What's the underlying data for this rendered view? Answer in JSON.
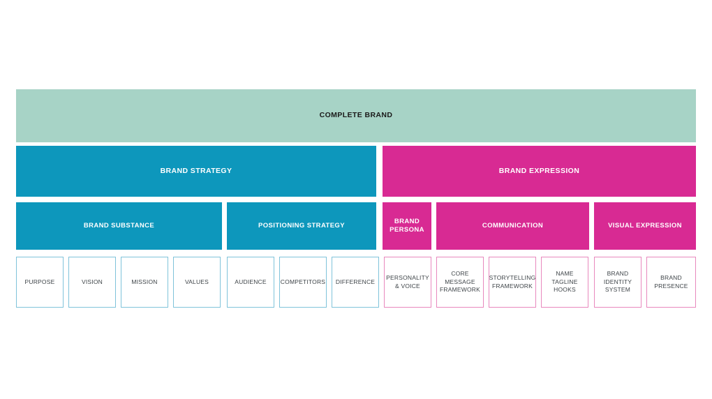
{
  "diagram": {
    "title": "Complete Brand framework pyramid",
    "colors": {
      "apex": "#a7d3c6",
      "strategy_blue": "#0d97bc",
      "expression_magenta": "#d82a93",
      "leaf_blue_border": "#7fc3da",
      "leaf_pink_border": "#e888bd",
      "apex_text": "#1a1a1a",
      "band_text": "#ffffff",
      "leaf_text": "#3e4448",
      "background": "#ffffff"
    },
    "level1": {
      "label": "COMPLETE BRAND"
    },
    "level2": [
      {
        "key": "strategy",
        "label": "BRAND STRATEGY"
      },
      {
        "key": "expression",
        "label": "BRAND EXPRESSION"
      }
    ],
    "level3": [
      {
        "key": "substance",
        "label": "BRAND SUBSTANCE"
      },
      {
        "key": "positioning",
        "label": "POSITIONING STRATEGY"
      },
      {
        "key": "persona",
        "label": "BRAND\nPERSONA"
      },
      {
        "key": "communication",
        "label": "COMMUNICATION"
      },
      {
        "key": "visual",
        "label": "VISUAL EXPRESSION"
      }
    ],
    "level4": [
      {
        "key": "purpose",
        "label": "PURPOSE",
        "branch": "blue"
      },
      {
        "key": "vision",
        "label": "VISION",
        "branch": "blue"
      },
      {
        "key": "mission",
        "label": "MISSION",
        "branch": "blue"
      },
      {
        "key": "values",
        "label": "VALUES",
        "branch": "blue"
      },
      {
        "key": "audience",
        "label": "AUDIENCE",
        "branch": "blue"
      },
      {
        "key": "competitors",
        "label": "COMPETITORS",
        "branch": "blue"
      },
      {
        "key": "difference",
        "label": "DIFFERENCE",
        "branch": "blue"
      },
      {
        "key": "personality",
        "label": "PERSONALITY\n& VOICE",
        "branch": "pink"
      },
      {
        "key": "core-message",
        "label": "CORE\nMESSAGE\nFRAMEWORK",
        "branch": "pink"
      },
      {
        "key": "storytelling",
        "label": "STORYTELLING\nFRAMEWORK",
        "branch": "pink"
      },
      {
        "key": "name-tagline",
        "label": "NAME\nTAGLINE\nHOOKS",
        "branch": "pink"
      },
      {
        "key": "brand-identity",
        "label": "BRAND\nIDENTITY\nSYSTEM",
        "branch": "pink"
      },
      {
        "key": "brand-presence",
        "label": "BRAND\nPRESENCE",
        "branch": "pink"
      }
    ]
  }
}
